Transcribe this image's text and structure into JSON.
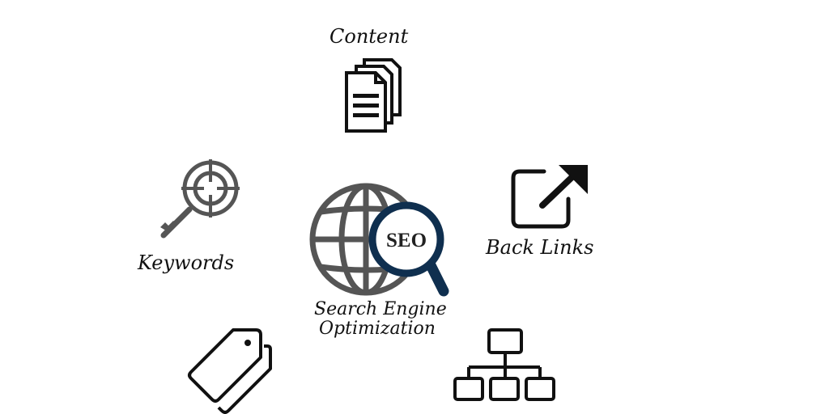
{
  "content": {
    "label": "Content"
  },
  "keywords": {
    "label": "Keywords"
  },
  "backlinks": {
    "label": "Back Links"
  },
  "center": {
    "badge": "SEO",
    "line1": "Search Engine",
    "line2": "Optimization"
  },
  "colors": {
    "globe": "#555555",
    "lens": "#0f2f4f",
    "ink": "#111111"
  }
}
